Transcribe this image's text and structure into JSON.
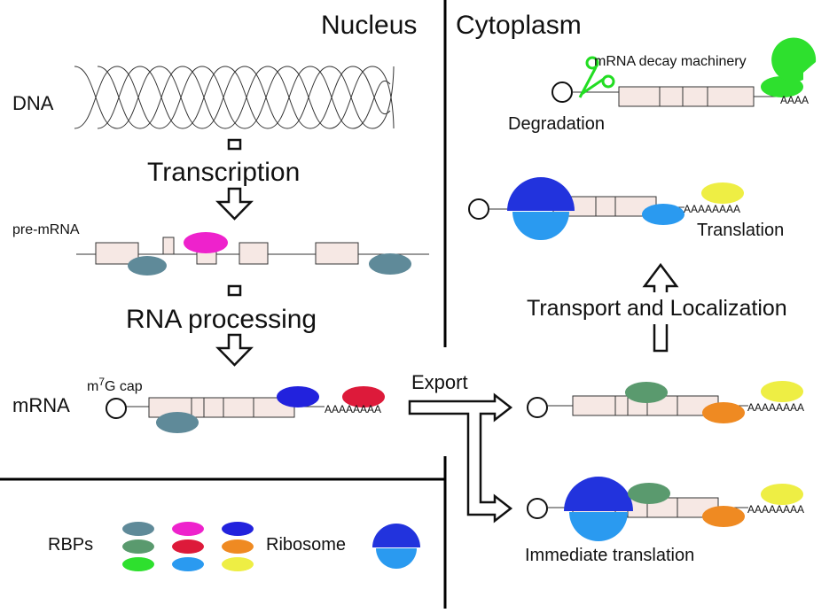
{
  "regions": {
    "nucleus": "Nucleus",
    "cytoplasm": "Cytoplasm"
  },
  "labels": {
    "dna": "DNA",
    "transcription": "Transcription",
    "pre_mrna": "pre-mRNA",
    "rna_processing": "RNA processing",
    "mrna": "mRNA",
    "cap_m": "m",
    "cap_sup": "7",
    "cap_rest": "G cap",
    "export": "Export",
    "transport": "Transport and Localization",
    "degradation": "Degradation",
    "decay_machinery": "mRNA decay machinery",
    "translation": "Translation",
    "immediate_translation": "Immediate translation",
    "polyA_short": "AAAA",
    "polyA_long": "AAAAAAAA"
  },
  "legend": {
    "rbps": "RBPs",
    "ribosome": "Ribosome",
    "rbp_colors": [
      "#5f8a99",
      "#ee22cc",
      "#2222dd",
      "#5a9a6e",
      "#dd1a3a",
      "#ef8a22",
      "#2ee02e",
      "#2a9af0",
      "#eeee44"
    ]
  },
  "colors": {
    "rbp_teal": "#5f8a99",
    "rbp_magenta": "#ee22cc",
    "rbp_blue": "#2222dd",
    "rbp_green": "#5a9a6e",
    "rbp_red": "#dd1a3a",
    "rbp_orange": "#ef8a22",
    "rbp_lime": "#2ee02e",
    "rbp_sky": "#2a9af0",
    "rbp_yellow": "#eeee44",
    "exon_fill": "#f6e8e4",
    "ribosome_large": "#2233dd",
    "ribosome_small": "#2a9af0",
    "scissors": "#22dd22"
  }
}
